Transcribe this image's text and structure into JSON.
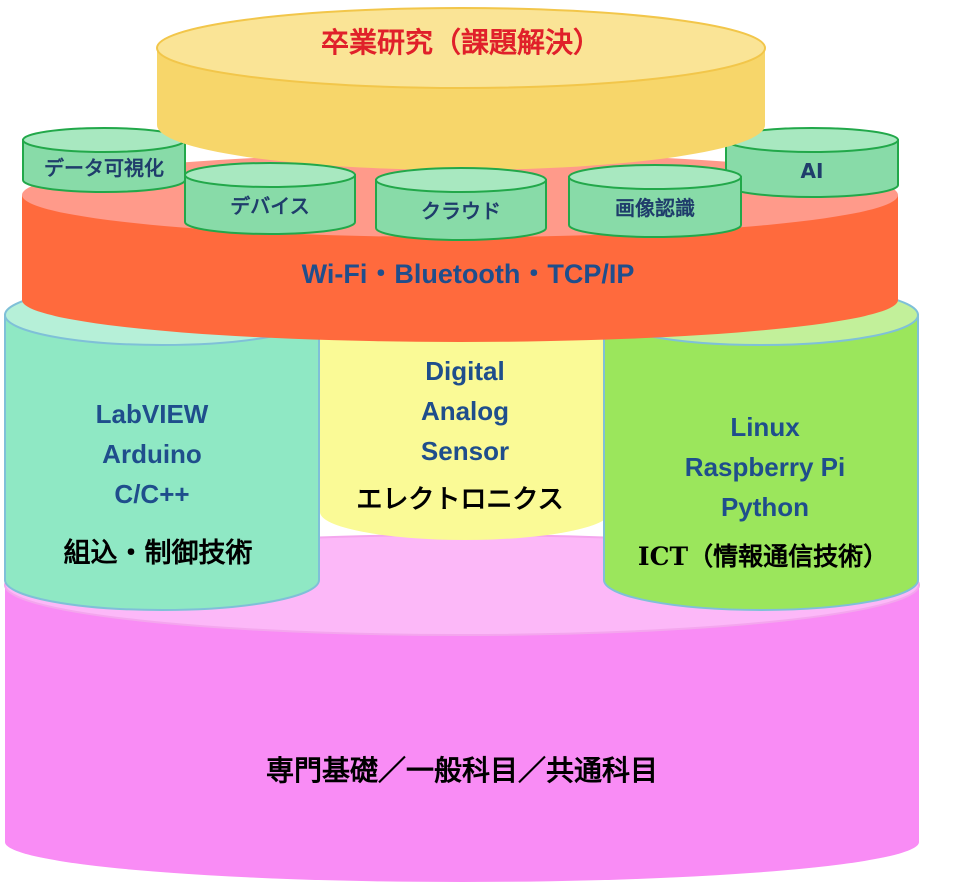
{
  "base": {
    "label": "専門基礎／一般科目／共通科目",
    "color": "#f98cf5"
  },
  "left_pillar": {
    "lines": [
      "LabVIEW",
      "Arduino",
      "C/C++"
    ],
    "caption": "組込・制御技術",
    "color": "#8fe8c4"
  },
  "center_pillar": {
    "lines": [
      "Digital",
      "Analog",
      "Sensor"
    ],
    "caption": "エレクトロニクス",
    "color": "#fafa96"
  },
  "right_pillar": {
    "lines": [
      "Linux",
      "Raspberry Pi",
      "Python"
    ],
    "caption": "ICT（情報通信技術）",
    "color": "#9be65c"
  },
  "network_layer": {
    "label": "Wi-Fi・Bluetooth・TCP/IP",
    "color": "#ff6a3d"
  },
  "small_cylinders": [
    "データ可視化",
    "デバイス",
    "クラウド",
    "画像認識",
    "AI"
  ],
  "top": {
    "label": "卒業研究（課題解決）",
    "color": "#f7d66a"
  }
}
